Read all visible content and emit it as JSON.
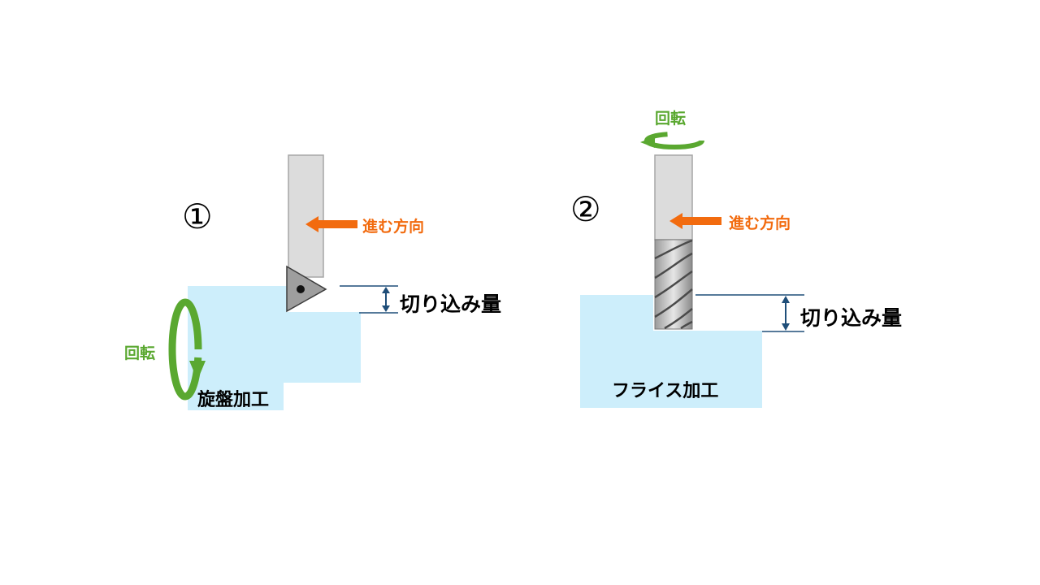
{
  "lathe": {
    "number": "①",
    "direction_label": "進む方向",
    "rotation_label": "回転",
    "depth_label": "切り込み量",
    "title": "旋盤加工"
  },
  "milling": {
    "number": "②",
    "direction_label": "進む方向",
    "rotation_label": "回転",
    "depth_label": "切り込み量",
    "title": "フライス加工"
  },
  "colors": {
    "workpiece": "#cdeefb",
    "tool_shank": "#dcdcdc",
    "tool_edge": "#a6a6a6",
    "insert": "#9e9e9e",
    "direction_arrow": "#f26b0f",
    "rotation_arrow": "#5aa830",
    "dimension_line": "#1f4e79"
  }
}
